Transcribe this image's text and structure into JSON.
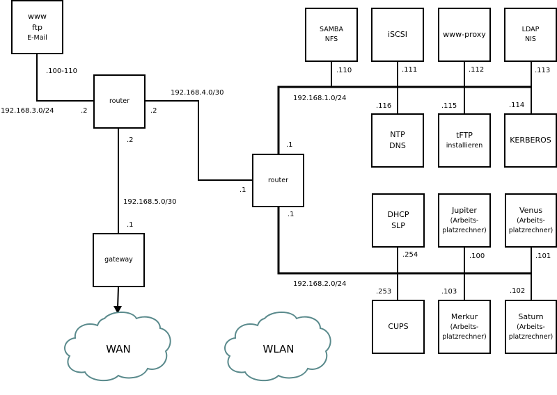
{
  "nodes": {
    "dmz_server": {
      "lines": [
        "www",
        "ftp",
        "E-Mail"
      ]
    },
    "router_left": {
      "label": "router"
    },
    "router_center": {
      "label": "router"
    },
    "gateway": {
      "label": "gateway"
    },
    "samba": {
      "lines": [
        "SAMBA",
        "NFS"
      ]
    },
    "iscsi": {
      "lines": [
        "iSCSI"
      ]
    },
    "www_proxy": {
      "lines": [
        "www-proxy"
      ]
    },
    "ldap": {
      "lines": [
        "LDAP",
        "NIS"
      ]
    },
    "ntp": {
      "lines": [
        "NTP",
        "DNS"
      ]
    },
    "tftp": {
      "lines": [
        "tFTP",
        "installieren"
      ]
    },
    "kerberos": {
      "lines": [
        "KERBEROS"
      ]
    },
    "dhcp": {
      "lines": [
        "DHCP",
        "SLP"
      ]
    },
    "jupiter": {
      "lines": [
        "Jupiter",
        "(Arbeits-",
        "platzrechner)"
      ]
    },
    "venus": {
      "lines": [
        "Venus",
        "(Arbeits-",
        "platzrechner)"
      ]
    },
    "cups": {
      "lines": [
        "CUPS"
      ]
    },
    "merkur": {
      "lines": [
        "Merkur",
        "(Arbeits-",
        "platzrechner)"
      ]
    },
    "saturn": {
      "lines": [
        "Saturn",
        "(Arbeits-",
        "platzrechner)"
      ]
    }
  },
  "clouds": {
    "wan": "WAN",
    "wlan": "WLAN"
  },
  "networks": {
    "net3": "192.168.3.0/24",
    "net4": "192.168.4.0/30",
    "net5": "192.168.5.0/30",
    "net1": "192.168.1.0/24",
    "net2": "192.168.2.0/24"
  },
  "addresses": {
    "dmz_range": ".100-110",
    "router_left_net3": ".2",
    "router_left_net4": ".2",
    "router_left_net5": ".2",
    "gateway_net5": ".1",
    "router_center_net4": ".1",
    "router_center_net1": ".1",
    "router_center_net2": ".1",
    "samba": ".110",
    "iscsi": ".111",
    "www_proxy": ".112",
    "ldap": ".113",
    "ntp": ".116",
    "tftp": ".115",
    "kerberos": ".114",
    "dhcp": ".254",
    "jupiter": ".100",
    "venus": ".101",
    "cups": ".253",
    "merkur": ".103",
    "saturn": ".102"
  },
  "colors": {
    "line": "#000000",
    "cloud_stroke": "#5a8a8c"
  }
}
